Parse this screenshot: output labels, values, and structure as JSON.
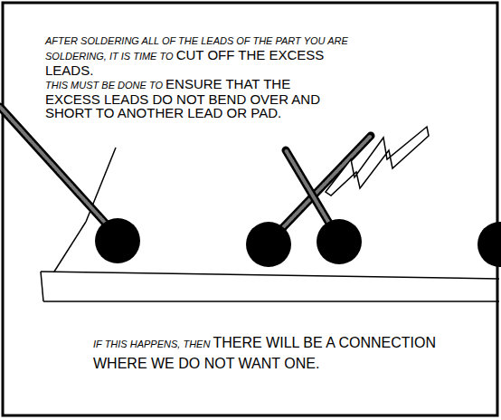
{
  "diagram": {
    "labels": [
      "AFTER SOLDERING ALL OF THE LEADS OF THE PART YOU ARE SOLDERING, IT IS TIME TO",
      "CUT OFF THE EXCESS LEADS.",
      "THIS MUST BE DONE TO",
      "ENSURE THAT THE EXCESS LEADS DO NOT BEND OVER AND SHORT TO ANOTHER LEAD OR PAD.",
      "IF THIS HAPPENS, THEN",
      "THERE WILL BE A CONNECTION WHERE WE DO NOT WANT ONE."
    ]
  }
}
